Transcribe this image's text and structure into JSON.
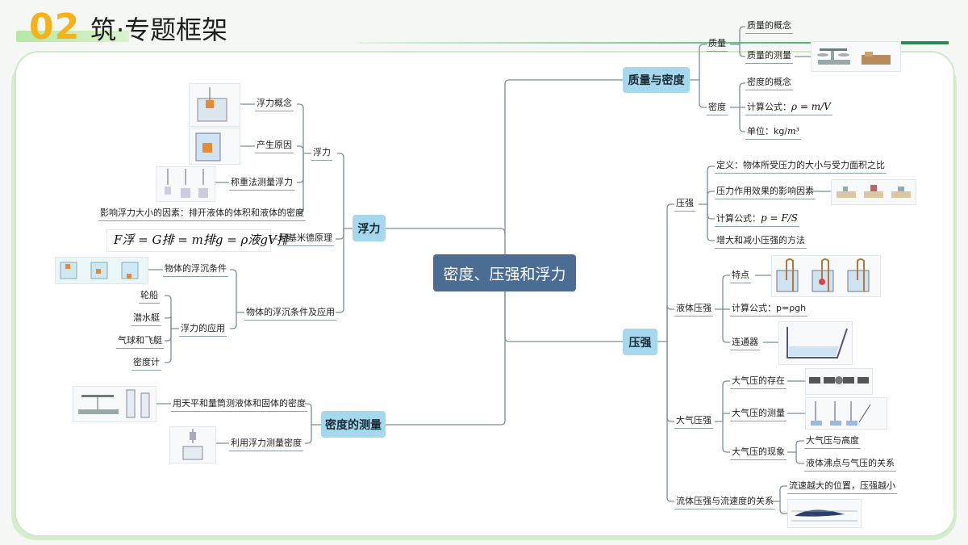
{
  "header": {
    "number": "02",
    "title": "筑·专题框架"
  },
  "center": "密度、压强和浮力",
  "branches": {
    "mass_density": {
      "label": "质量与密度",
      "mass": {
        "label": "质量",
        "items": [
          "质量的概念",
          "质量的测量"
        ]
      },
      "density": {
        "label": "密度",
        "items": [
          "密度的概念",
          "计算公式：",
          "单位：kg/"
        ],
        "formula": "ρ = m/V",
        "unit_exp": "m³"
      }
    },
    "pressure": {
      "label": "压强",
      "solid": {
        "label": "压强",
        "items": [
          "定义：物体所受压力的大小与受力面积之比",
          "压力作用效果的影响因素",
          "计算公式：",
          "增大和减小压强的方法"
        ],
        "formula": "p = F/S"
      },
      "liquid": {
        "label": "液体压强",
        "items": [
          "特点",
          "计算公式：p=ρgh",
          "连通器"
        ]
      },
      "atmos": {
        "label": "大气压强",
        "items": [
          "大气压的存在",
          "大气压的测量",
          "大气压的现象"
        ],
        "phenomena": [
          "大气压与高度",
          "液体沸点与气压的关系"
        ]
      },
      "fluid": {
        "label": "流体压强与流速度的关系",
        "items": [
          "流速越大的位置，压强越小"
        ]
      }
    },
    "buoyancy": {
      "label": "浮力",
      "buoy": {
        "label": "浮力",
        "items": [
          "浮力概念",
          "产生原因",
          "称重法测量浮力",
          "影响浮力大小的因素：排开液体的体积和液体的密度"
        ]
      },
      "archimedes": {
        "label": "阿基米德原理",
        "formula": "F浮 = G排 = m排g = ρ液gV排"
      },
      "float_sink": {
        "label": "物体的浮沉条件及应用",
        "cond": "物体的浮沉条件",
        "app": "浮力的应用",
        "apps": [
          "轮船",
          "潜水艇",
          "气球和飞艇",
          "密度计"
        ]
      }
    },
    "measure": {
      "label": "密度的测量",
      "items": [
        "用天平和量筒测液体和固体的密度",
        "利用浮力测量密度"
      ]
    }
  },
  "colors": {
    "accent": "#f6b21a",
    "box": "#a5d8ec",
    "center": "#4b6d93",
    "link": "#7e8f98"
  }
}
